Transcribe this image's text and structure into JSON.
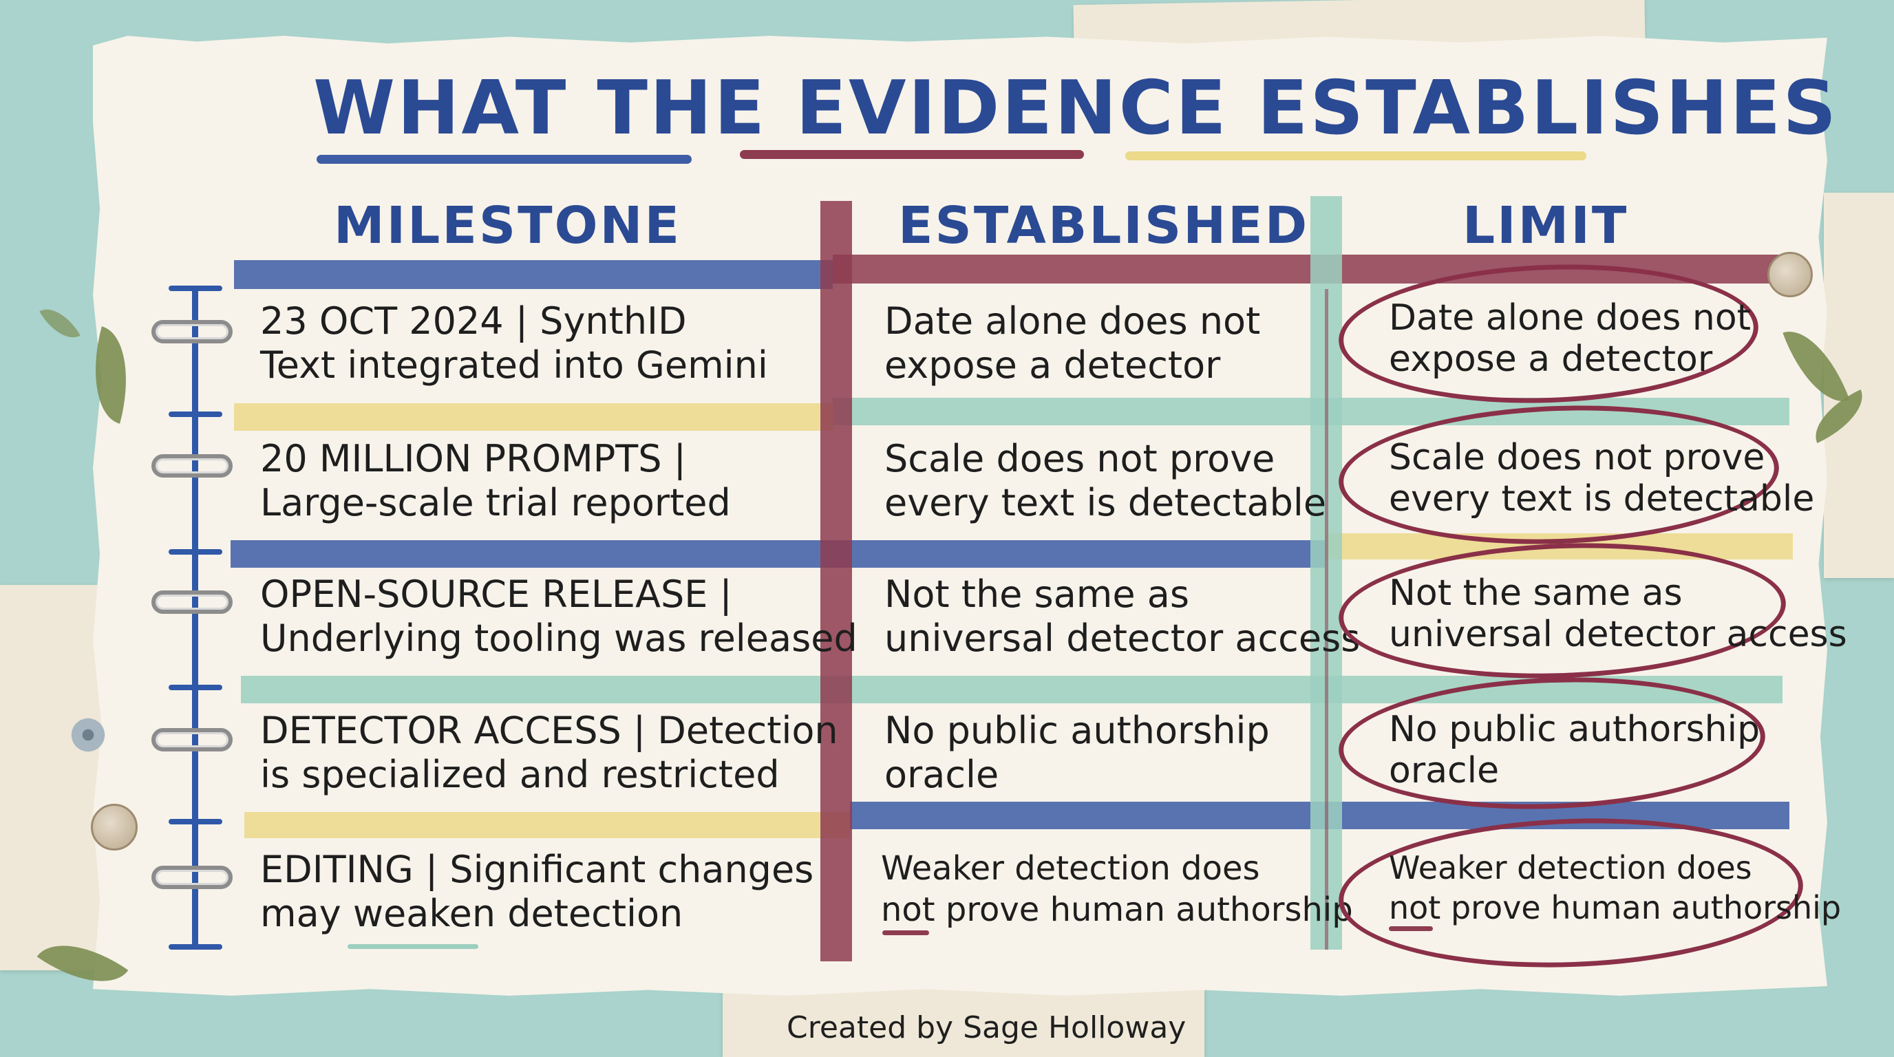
{
  "title": {
    "word1": "WHAT",
    "word2": "THE",
    "word3": "EVIDENCE",
    "word4": "ESTABLISHES"
  },
  "columns": {
    "milestone": "MILESTONE",
    "established": "ESTABLISHED",
    "limit": "LIMIT"
  },
  "rows": [
    {
      "milestone_line1": "23 OCT 2024 | SynthID",
      "milestone_line2": "Text integrated into Gemini",
      "established_line1": "Date alone does not",
      "established_line2": "expose a detector",
      "limit_line1": "Date alone does not",
      "limit_line2": "expose a detector"
    },
    {
      "milestone_line1": "20 MILLION PROMPTS |",
      "milestone_line2": "Large-scale trial reported",
      "established_line1": "Scale does not prove",
      "established_line2": "every text is detectable",
      "limit_line1": "Scale does not prove",
      "limit_line2": "every text is detectable"
    },
    {
      "milestone_line1": "OPEN-SOURCE RELEASE |",
      "milestone_line2": "Underlying tooling was released",
      "established_line1": "Not the same as",
      "established_line2": "universal detector access",
      "limit_line1": "Not the same as",
      "limit_line2": "universal detector access"
    },
    {
      "milestone_line1": "DETECTOR ACCESS | Detection",
      "milestone_line2": "is specialized and restricted",
      "established_line1": "No public authorship",
      "established_line2": "oracle",
      "limit_line1": "No public authorship",
      "limit_line2": "oracle"
    },
    {
      "milestone_line1": "EDITING | Significant changes",
      "milestone_line2": "may weaken detection",
      "established_line1": "Weaker detection does",
      "established_line2": "not prove human authorship",
      "limit_line1": "Weaker detection does",
      "limit_line2": "not prove human authorship"
    }
  ],
  "credit": "Created by Sage Holloway",
  "colors": {
    "navy": "#2b4a94",
    "blue_tape": "#3f5da6",
    "yellow_tape": "#ecd98a",
    "teal_tape": "#9ccfc0",
    "maroon_tape": "#8e3c50",
    "circle_ink": "#8a3048",
    "background": "#a9d3cc",
    "paper": "#f7f3ea"
  },
  "icons": [
    "spiral-binding-ring",
    "thumbtack-button",
    "pressed-leaf",
    "dried-flower",
    "sewing-button"
  ]
}
